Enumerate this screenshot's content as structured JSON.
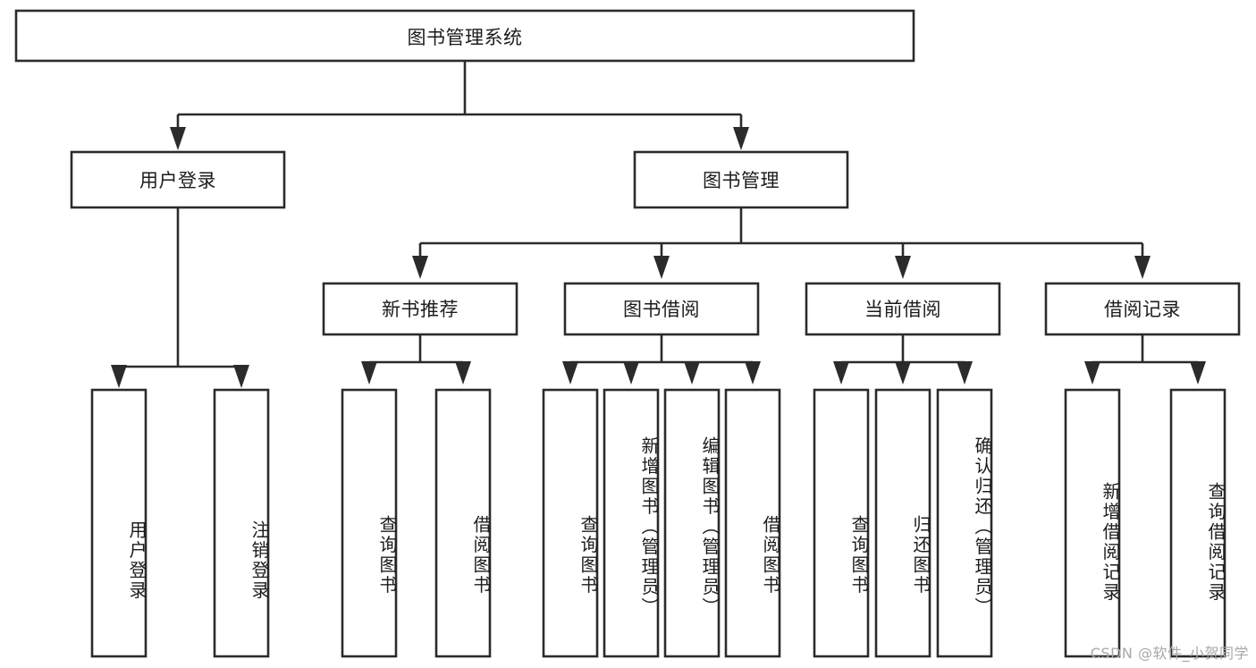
{
  "diagram": {
    "type": "tree-hierarchy-chart",
    "title": "图书管理系统",
    "orientation": "top-down",
    "colors": {
      "box_stroke": "#2b2b2b",
      "box_fill": "#ffffff",
      "connector": "#2b2b2b",
      "label_text": "#1c1c1c",
      "background": "#ffffff",
      "watermark_text": "#a8a8a8"
    },
    "root": {
      "label": "图书管理系统"
    },
    "level2": [
      {
        "label": "用户登录"
      },
      {
        "label": "图书管理"
      }
    ],
    "level3": [
      {
        "label": "新书推荐"
      },
      {
        "label": "图书借阅"
      },
      {
        "label": "当前借阅"
      },
      {
        "label": "借阅记录"
      }
    ],
    "leaves": {
      "user_login": [
        {
          "label": "用户登录"
        },
        {
          "label": "注销登录"
        }
      ],
      "new_book_recommend": [
        {
          "label": "查询图书"
        },
        {
          "label": "借阅图书"
        }
      ],
      "book_borrow": [
        {
          "label": "查询图书"
        },
        {
          "label": "新增图书（管理员）"
        },
        {
          "label": "编辑图书（管理员）"
        },
        {
          "label": "借阅图书"
        }
      ],
      "current_borrow": [
        {
          "label": "查询图书"
        },
        {
          "label": "归还图书"
        },
        {
          "label": "确认归还（管理员）"
        }
      ],
      "borrow_record": [
        {
          "label": "新增借阅记录"
        },
        {
          "label": "查询借阅记录"
        }
      ]
    },
    "watermark": "CSDN @软件_小贺同学"
  }
}
